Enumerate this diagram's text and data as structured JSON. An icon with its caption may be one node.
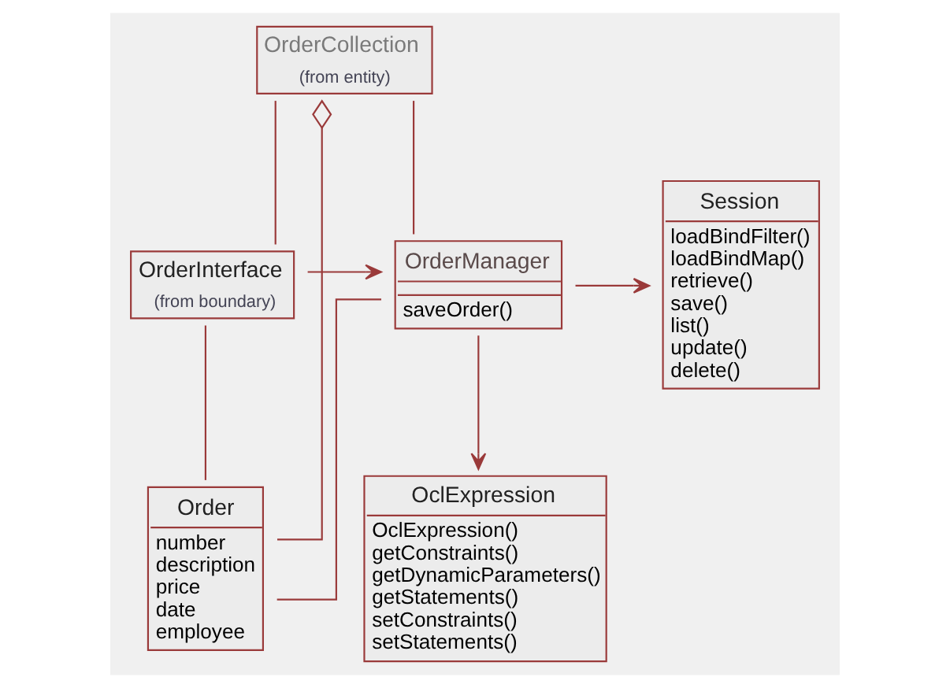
{
  "diagram": {
    "nodes": [
      {
        "text": [
          "OrderCollection",
          "(from entity)"
        ]
      },
      {
        "text": [
          "Session",
          "loadBindFilter()",
          "loadBindMap()",
          "retrieve()",
          "save()",
          "list()",
          "update()",
          "delete()"
        ]
      },
      {
        "text": [
          "OrderInterface",
          "(from boundary)"
        ]
      },
      {
        "text": [
          "OrderManager",
          "saveOrder()"
        ]
      },
      {
        "text": [
          "Order",
          "number",
          "description",
          "price",
          "date",
          "employee"
        ]
      },
      {
        "text": [
          "OclExpression",
          "OclExpression()",
          "getConstraints()",
          "getDynamicParameters()",
          "getStatements()",
          "setConstraints()",
          "setStatements()"
        ]
      }
    ],
    "edges": [
      {
        "from": 4,
        "to": 0,
        "arrow": "other"
      },
      {
        "from": 0,
        "to": 2,
        "arrow": "none"
      },
      {
        "from": 0,
        "to": 3,
        "arrow": "none"
      },
      {
        "from": 2,
        "to": 3,
        "arrow": "to"
      },
      {
        "from": 3,
        "to": 1,
        "arrow": "to"
      },
      {
        "from": 2,
        "to": 4,
        "arrow": "none"
      },
      {
        "from": 4,
        "to": 3,
        "arrow": "none"
      },
      {
        "from": 3,
        "to": 5,
        "arrow": "to"
      }
    ]
  }
}
